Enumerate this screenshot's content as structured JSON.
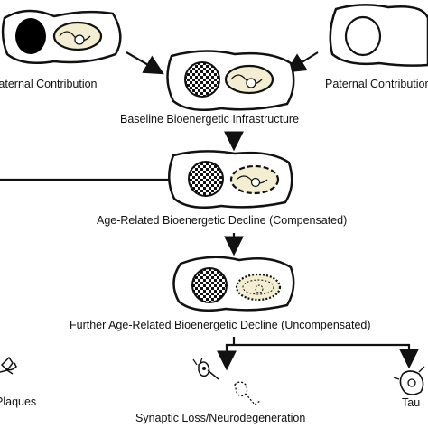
{
  "labels": {
    "maternal": "Maternal Contribution",
    "paternal": "Paternal Contribution",
    "baseline": "Baseline Bioenergetic Infrastructure",
    "compensated": "Age-Related Bioenergetic Decline (Compensated)",
    "uncompensated": "Further Age-Related Bioenergetic Decline (Uncompensated)",
    "plaques": "Plaques",
    "synaptic": "Synaptic Loss/Neurodegeneration",
    "tau": "Tau"
  },
  "colors": {
    "stroke": "#111111",
    "mito_fill": "#f3eed2",
    "background": "#ffffff"
  }
}
